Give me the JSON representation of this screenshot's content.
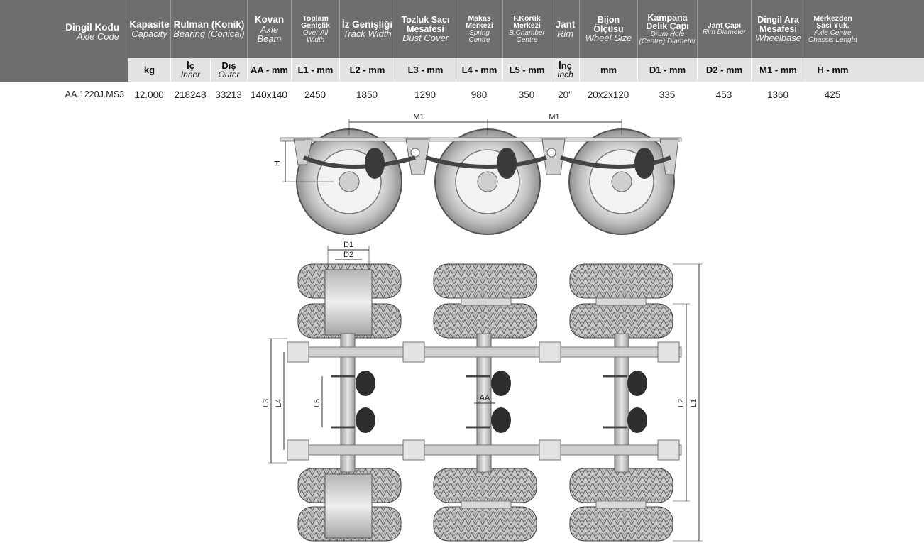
{
  "table": {
    "headers": [
      {
        "tr": "Dingil Kodu",
        "en": "Axle Code"
      },
      {
        "tr": "Kapasite",
        "en": "Capacity"
      },
      {
        "tr": "Rulman (Konik)",
        "en": "Bearing (Conical)"
      },
      {
        "tr": "Kovan",
        "en": "Axle Beam"
      },
      {
        "tr": "Toplam Genişlik",
        "en": "Over All Width"
      },
      {
        "tr": "İz Genişliği",
        "en": "Track Width"
      },
      {
        "tr": "Tozluk Sacı Mesafesi",
        "en": "Dust Cover"
      },
      {
        "tr": "Makas Merkezi",
        "en": "Spring Centre"
      },
      {
        "tr": "F.Körük Merkezi",
        "en": "B.Chamber Centre"
      },
      {
        "tr": "Jant",
        "en": "Rim"
      },
      {
        "tr": "Bijon Ölçüsü",
        "en": "Wheel Size"
      },
      {
        "tr": "Kampana Delik Çapı",
        "en": "Drum Hole (Centre) Diameter"
      },
      {
        "tr": "Jant Çapı",
        "en": "Rim Diameter"
      },
      {
        "tr": "Dingil Ara Mesafesi",
        "en": "Wheelbase"
      },
      {
        "tr": "Merkezden Şasi Yük.",
        "en": "Axle Centre Chassis Lenght"
      }
    ],
    "units": {
      "kapasite": "kg",
      "ic_tr": "İç",
      "ic_en": "Inner",
      "dis_tr": "Dış",
      "dis_en": "Outer",
      "aa": "AA - mm",
      "l1": "L1 - mm",
      "l2": "L2 - mm",
      "l3": "L3 - mm",
      "l4": "L4 - mm",
      "l5": "L5 - mm",
      "jant_tr": "İnç",
      "jant_en": "Inch",
      "bijon": "mm",
      "d1": "D1 - mm",
      "d2": "D2 - mm",
      "m1": "M1 - mm",
      "h": "H - mm"
    },
    "row": {
      "code": "AA.1220J.MS3",
      "capacity": "12.000",
      "inner": "218248",
      "outer": "33213",
      "aa": "140x140",
      "l1": "2450",
      "l2": "1850",
      "l3": "1290",
      "l4": "980",
      "l5": "350",
      "rim": "20\"",
      "wheel": "20x2x120",
      "d1": "335",
      "d2": "453",
      "m1": "1360",
      "h": "425"
    }
  },
  "drawing": {
    "labels": {
      "m1_a": "M1",
      "m1_b": "M1",
      "h": "H",
      "d1": "D1",
      "d2": "D2",
      "l1": "L1",
      "l2": "L2",
      "l3": "L3",
      "l4": "L4",
      "l5": "L5",
      "aa": "AA"
    }
  },
  "colors": {
    "header_bg": "#6e6e6e",
    "unit_bg": "#e3e3e3"
  }
}
